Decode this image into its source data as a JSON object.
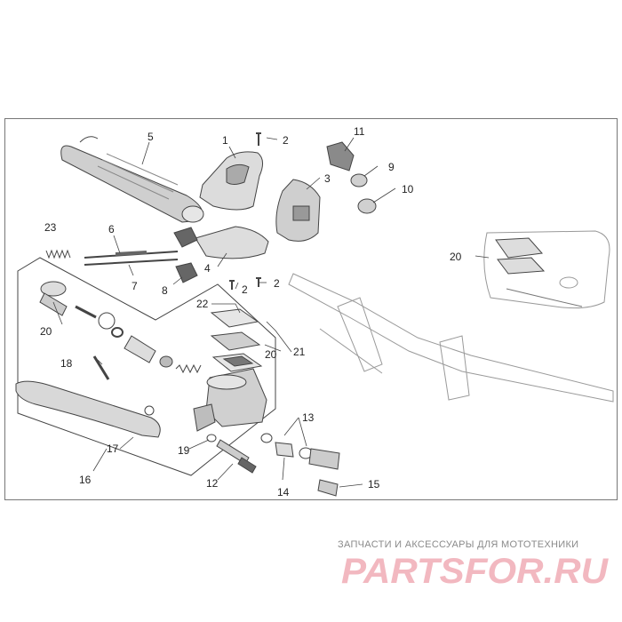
{
  "diagram": {
    "callouts": {
      "c1": "1",
      "c2a": "2",
      "c2b": "2",
      "c2c": "2",
      "c3": "3",
      "c4": "4",
      "c5": "5",
      "c6": "6",
      "c7": "7",
      "c8": "8",
      "c9": "9",
      "c10": "10",
      "c11": "11",
      "c12": "12",
      "c13": "13",
      "c14": "14",
      "c15": "15",
      "c16": "16",
      "c17": "17",
      "c18": "18",
      "c19": "19",
      "c20a": "20",
      "c20b": "20",
      "c20c": "20",
      "c21": "21",
      "c22": "22",
      "c23": "23"
    }
  },
  "watermark": {
    "tagline": "ЗАПЧАСТИ И АКСЕССУАРЫ ДЛЯ МОТОТЕХНИКИ",
    "logo": "PARTSFOR.RU"
  },
  "colors": {
    "line": "#444444",
    "fill": "#d9d9d9",
    "dark": "#555555",
    "watermark": "#f2b8c0"
  }
}
